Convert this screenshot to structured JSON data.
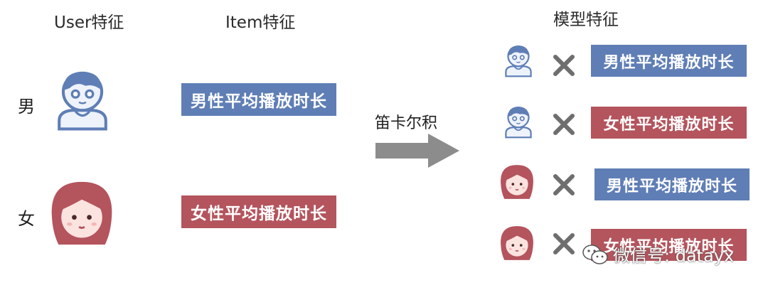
{
  "headers": {
    "user": "User特征",
    "item": "Item特征",
    "model": "模型特征"
  },
  "rows": {
    "male": "男",
    "female": "女"
  },
  "item_features": {
    "male": "男性平均播放时长",
    "female": "女性平均播放时长"
  },
  "arrow_label": "笛卡尔积",
  "model_features": [
    {
      "user": "male-avatar-icon",
      "feature": "男性平均播放时长",
      "color": "#5f7eb6"
    },
    {
      "user": "male-avatar-icon",
      "feature": "女性平均播放时长",
      "color": "#b4545d"
    },
    {
      "user": "female-avatar-icon",
      "feature": "男性平均播放时长",
      "color": "#5f7eb6"
    },
    {
      "user": "female-avatar-icon",
      "feature": "女性平均播放时长",
      "color": "#b4545d"
    }
  ],
  "watermark": "微信号: datayx",
  "colors": {
    "blue": "#5f7eb6",
    "red": "#b4545d",
    "arrow": "#8c8c8c",
    "cross": "#6e6e6e"
  }
}
